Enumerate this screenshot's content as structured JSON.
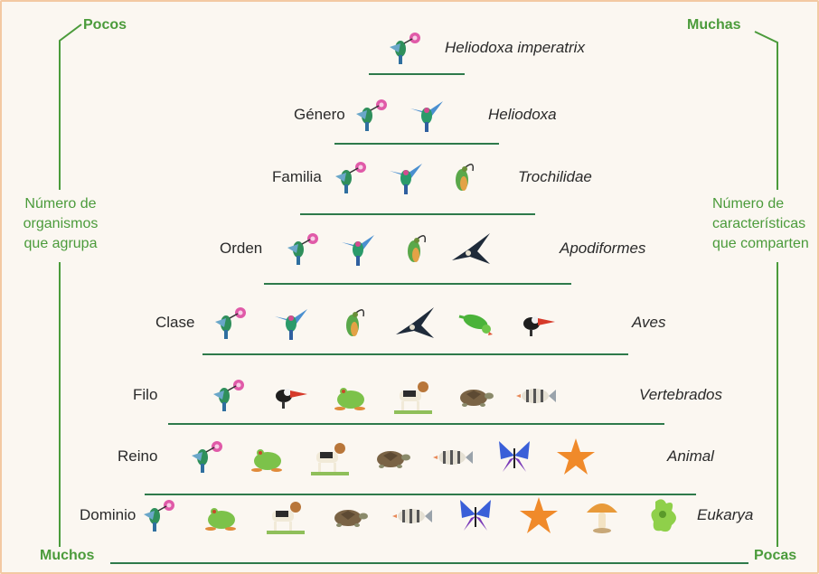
{
  "corners": {
    "top_left": "Pocos",
    "top_right": "Muchas",
    "bottom_left": "Muchos",
    "bottom_right": "Pocas"
  },
  "left_axis": [
    "Número de",
    "organismos",
    "que agrupa"
  ],
  "right_axis": [
    "Número de",
    "características",
    "que comparten"
  ],
  "tiers": [
    {
      "rank": "",
      "taxon": "Heliodoxa imperatrix",
      "organisms": [
        "hummingbird-flower"
      ]
    },
    {
      "rank": "Género",
      "taxon": "Heliodoxa",
      "organisms": [
        "hummingbird-flower",
        "hummingbird"
      ]
    },
    {
      "rank": "Familia",
      "taxon": "Trochilidae",
      "organisms": [
        "hummingbird-flower",
        "hummingbird",
        "hermit-hummingbird"
      ]
    },
    {
      "rank": "Orden",
      "taxon": "Apodiformes",
      "organisms": [
        "hummingbird-flower",
        "hummingbird",
        "hermit-hummingbird",
        "swift"
      ]
    },
    {
      "rank": "Clase",
      "taxon": "Aves",
      "organisms": [
        "hummingbird-flower",
        "hummingbird",
        "hermit-hummingbird",
        "swift",
        "parrot",
        "toucan"
      ]
    },
    {
      "rank": "Filo",
      "taxon": "Vertebrados",
      "organisms": [
        "hummingbird-flower",
        "toucan",
        "frog",
        "dog",
        "turtle",
        "fish"
      ]
    },
    {
      "rank": "Reino",
      "taxon": "Animal",
      "organisms": [
        "hummingbird-flower",
        "frog",
        "dog",
        "turtle",
        "fish",
        "butterfly",
        "starfish"
      ]
    },
    {
      "rank": "Dominio",
      "taxon": "Eukarya",
      "organisms": [
        "hummingbird-flower",
        "frog",
        "dog",
        "turtle",
        "fish",
        "butterfly",
        "starfish",
        "mushroom",
        "amoeba"
      ]
    }
  ],
  "colors": {
    "accent": "#4b9b3b",
    "line": "#2e7a4b",
    "border": "#f3c9a3"
  }
}
